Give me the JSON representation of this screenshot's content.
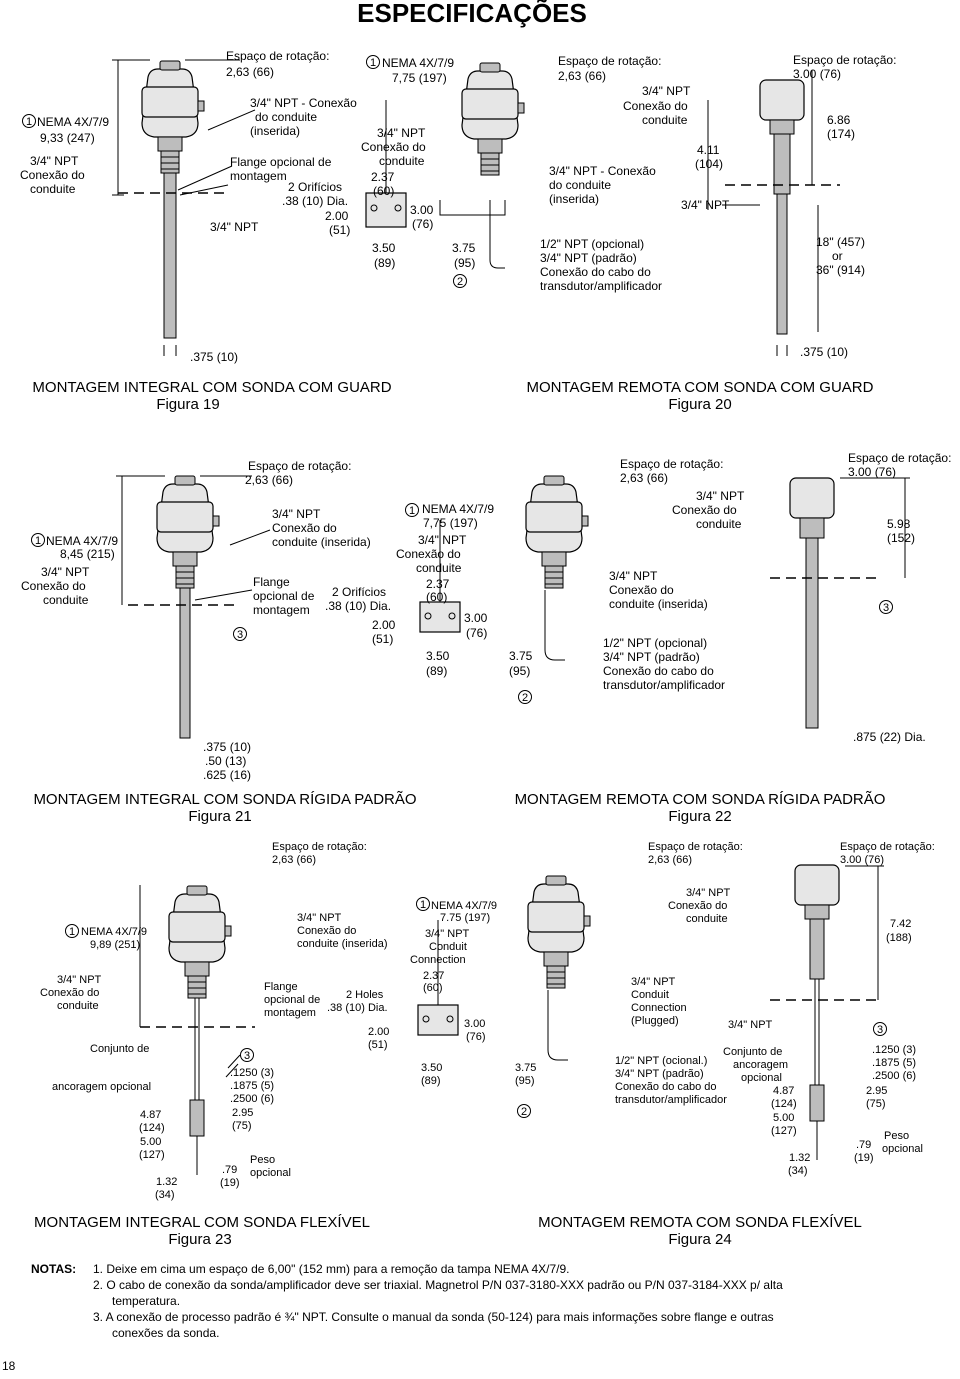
{
  "title": "ESPECIFICAÇÕES",
  "page_number": "18",
  "figures": {
    "fig19": {
      "caption1": "MONTAGEM INTEGRAL COM SONDA COM GUARD",
      "caption2": "Figura 19",
      "rot1": "Espaço de rotação:",
      "rot2": "2,63 (66)",
      "nema1": "NEMA 4X/7/9",
      "nema2": "9,33 (247)",
      "cond1": "3/4\" NPT",
      "cond2": "Conexão do",
      "cond3": "conduite",
      "npt_ins1": "3/4\" NPT - Conexão",
      "npt_ins2": "do conduite",
      "npt_ins3": "(inserida)",
      "flange1": "Flange opcional de",
      "flange2": "montagem",
      "holes1": "2 Orifícios",
      "holes2": ".38 (10) Dia.",
      "npt_bottom": "3/4\" NPT",
      "probe_dia": ".375 (10)"
    },
    "bracket1": {
      "nema1": "NEMA 4X/7/9",
      "nema2": "7,75 (197)",
      "c1": "3/4\" NPT",
      "c2": "Conexão do",
      "c3": "conduite",
      "d237": "2.37",
      "d60": "(60)",
      "d200": "2.00",
      "d51": "(51)",
      "d300": "3.00",
      "d76": "(76)",
      "d350": "3.50",
      "d89": "(89)",
      "d375": "3.75",
      "d95": "(95)"
    },
    "fig20": {
      "caption1": "MONTAGEM REMOTA COM SONDA  COM GUARD",
      "caption2": "Figura 20",
      "rot1": "Espaço de rotação:",
      "rot2": "2,63 (66)",
      "c1": "3/4\" NPT",
      "c2": "Conexão do",
      "c3": "conduite",
      "ins1": "3/4\" NPT - Conexão",
      "ins2": "do conduite",
      "ins3": "(inserida)",
      "cab1": "1/2\" NPT (opcional)",
      "cab2": "3/4\" NPT (padrão)",
      "cab3": "Conexão do cabo do",
      "cab4": "transdutor/amplificador",
      "d411": "4.11",
      "d104": "(104)",
      "npt": "3/4\" NPT",
      "rot3": "Espaço de rotação:",
      "rot4": "3.00 (76)",
      "d686": "6.86",
      "d174": "(174)",
      "len1": "18\" (457)",
      "len2": "or",
      "len3": "36\" (914)",
      "probe_dia": ".375 (10)"
    },
    "fig21": {
      "caption1": "MONTAGEM INTEGRAL COM SONDA RÍGIDA PADRÃO",
      "caption2": "Figura 21",
      "rot1": "Espaço de rotação:",
      "rot2": "2,63 (66)",
      "nema1": "NEMA 4X/7/9",
      "nema2": "8,45 (215)",
      "cond1": "3/4\" NPT",
      "cond2": "Conexão do",
      "cond3": "conduite",
      "ins1": "3/4\" NPT",
      "ins2": "Conexão do",
      "ins3": "conduite (inserida)",
      "flange1": "Flange",
      "flange2": "opcional de",
      "flange3": "montagem",
      "holes1": "2 Orifícios",
      "holes2": ".38 (10) Dia.",
      "dia1": ".375 (10)",
      "dia2": ".50 (13)",
      "dia3": ".625 (16)"
    },
    "bracket2": {
      "nema1": "NEMA 4X/7/9",
      "nema2": "7,75 (197)",
      "c1": "3/4\" NPT",
      "c2": "Conexão do",
      "c3": "conduite",
      "d237": "2.37",
      "d60": "(60)",
      "d200": "2.00",
      "d51": "(51)",
      "d300": "3.00",
      "d76": "(76)",
      "d350": "3.50",
      "d89": "(89)",
      "d375": "3.75",
      "d95": "(95)"
    },
    "fig22": {
      "caption1": "MONTAGEM REMOTA COM SONDA RÍGIDA PADRÃO",
      "caption2": "Figura 22",
      "rot1": "Espaço de rotação:",
      "rot2": "2,63 (66)",
      "c1": "3/4\" NPT",
      "c2": "Conexão do",
      "c3": "conduite",
      "ins1": "3/4\" NPT",
      "ins2": "Conexão do",
      "ins3": "conduite (inserida)",
      "cab1": "1/2\" NPT (opcional)",
      "cab2": "3/4\" NPT (padrão)",
      "cab3": "Conexão do cabo do",
      "cab4": "transdutor/amplificador",
      "rot3": "Espaço de rotação:",
      "rot4": "3.00 (76)",
      "d598": "5.98",
      "d152": "(152)",
      "probe_dia": ".875 (22) Dia."
    },
    "fig23": {
      "caption1": "MONTAGEM INTEGRAL COM SONDA FLEXÍVEL",
      "caption2": "Figura 23",
      "rot1": "Espaço de rotação:",
      "rot2": "2,63 (66)",
      "nema1": "NEMA 4X/7/9",
      "nema2": "9,89 (251)",
      "cond1": "3/4\" NPT",
      "cond2": "Conexão do",
      "cond3": "conduite",
      "ins1": "3/4\" NPT",
      "ins2": "Conexão do",
      "ins3": "conduite (inserida)",
      "flange1": "Flange",
      "flange2": "opcional de",
      "flange3": "montagem",
      "holes1": "2 Holes",
      "holes2": ".38 (10) Dia.",
      "anchor1": "Conjunto de",
      "anchor2": "ancoragem opcional",
      "d487": "4.87",
      "d124": "(124)",
      "d500": "5.00",
      "d127": "(127)",
      "d132": "1.32",
      "d34": "(34)",
      "d1250": ".1250 (3)",
      "d1875": ".1875 (5)",
      "d2500": ".2500 (6)",
      "d295": "2.95",
      "d75": "(75)",
      "d79": ".79",
      "d19": "(19)",
      "peso1": "Peso",
      "peso2": "opcional"
    },
    "bracket3": {
      "nema1": "NEMA 4X/7/9",
      "nema2": "7.75 (197)",
      "c1": "3/4\" NPT",
      "c2": "Conduit",
      "c3": "Connection",
      "d237": "2.37",
      "d60": "(60)",
      "d200": "2.00",
      "d51": "(51)",
      "d300": "3.00",
      "d76": "(76)",
      "d350": "3.50",
      "d89": "(89)",
      "d375": "3.75",
      "d95": "(95)"
    },
    "fig24": {
      "caption1": "MONTAGEM REMOTA COM SONDA FLEXÍVEL",
      "caption2": "Figura 24",
      "rot1": "Espaço de rotação:",
      "rot2": "2,63 (66)",
      "c1": "3/4\" NPT",
      "c2": "Conexão do",
      "c3": "conduite",
      "pl1": "3/4\" NPT",
      "pl2": "Conduit",
      "pl3": "Connection",
      "pl4": "(Plugged)",
      "cab1": "1/2\" NPT (ocional.)",
      "cab2": "3/4\" NPT (padrão)",
      "cab3": "Conexão do cabo do",
      "cab4": "transdutor/amplificador",
      "npt": "3/4\" NPT",
      "rot3": "Espaço de rotação:",
      "rot4": "3.00 (76)",
      "d742": "7.42",
      "d188": "(188)",
      "anchor1": "Conjunto de",
      "anchor2": "ancoragem",
      "anchor3": "opcional",
      "d487": "4.87",
      "d124": "(124)",
      "d500": "5.00",
      "d127": "(127)",
      "d132": "1.32",
      "d34": "(34)",
      "d1250": ".1250 (3)",
      "d1875": ".1875 (5)",
      "d2500": ".2500 (6)",
      "d295": "2.95",
      "d75": "(75)",
      "d79": ".79",
      "d19": "(19)",
      "peso1": "Peso",
      "peso2": "opcional"
    }
  },
  "callouts": {
    "one": "1",
    "two": "2",
    "three": "3"
  },
  "notes": {
    "label": "NOTAS:",
    "n1": "1.  Deixe em cima um espaço de 6,00\" (152 mm) para a remoção da tampa NEMA 4X/7/9.",
    "n2": "2.  O cabo de conexão da sonda/amplificador deve ser triaxial. Magnetrol P/N 037-3180-XXX padrão ou P/N 037-3184-XXX p/ alta",
    "n2b": "temperatura.",
    "n3": "3.  A conexão de processo padrão é ¾\" NPT. Consulte o manual da sonda (50-124) para mais informações sobre flange e outras",
    "n3b": "conexões da sonda."
  }
}
